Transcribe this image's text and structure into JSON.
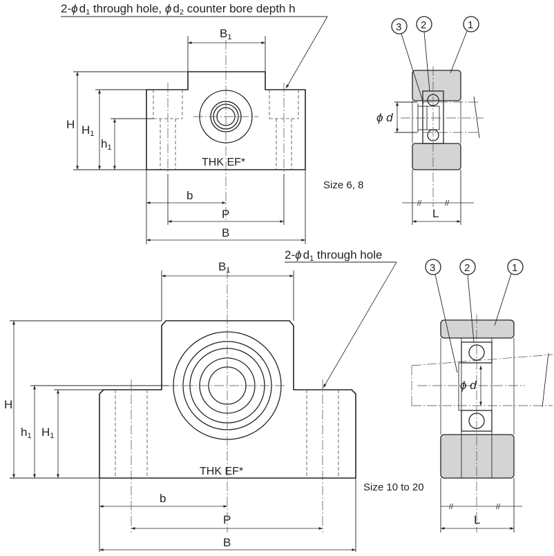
{
  "top": {
    "callout": {
      "prefix": "2-",
      "phi1": "ϕ",
      "d1": "d",
      "s1": "1",
      "mid": " through hole, ",
      "phi2": "ϕ",
      "d2": "d",
      "s2": "2",
      "tail": " counter bore depth h"
    },
    "dims": {
      "B1": "B",
      "B1_sub": "1",
      "H": "H",
      "H1": "H",
      "H1_sub": "1",
      "h1": "h",
      "h1_sub": "1",
      "b": "b",
      "P": "P",
      "B": "B"
    },
    "brand": "THK EF*",
    "size_label": "Size 6, 8",
    "side": {
      "phi_d": "ϕ d",
      "L": "L",
      "tick": "//"
    },
    "parts": [
      "3",
      "2",
      "1"
    ]
  },
  "bottom": {
    "callout": {
      "prefix": "2-",
      "phi1": "ϕ",
      "d1": "d",
      "s1": "1",
      "tail": " through hole"
    },
    "dims": {
      "B1": "B",
      "B1_sub": "1",
      "H": "H",
      "h1": "h",
      "h1_sub": "1",
      "H1": "H",
      "H1_sub": "1",
      "b": "b",
      "P": "P",
      "B": "B"
    },
    "brand": "THK EF*",
    "size_label": "Size 10 to 20",
    "side": {
      "phi_d": "ϕ d",
      "L": "L",
      "tick": "//"
    },
    "parts": [
      "3",
      "2",
      "1"
    ]
  }
}
